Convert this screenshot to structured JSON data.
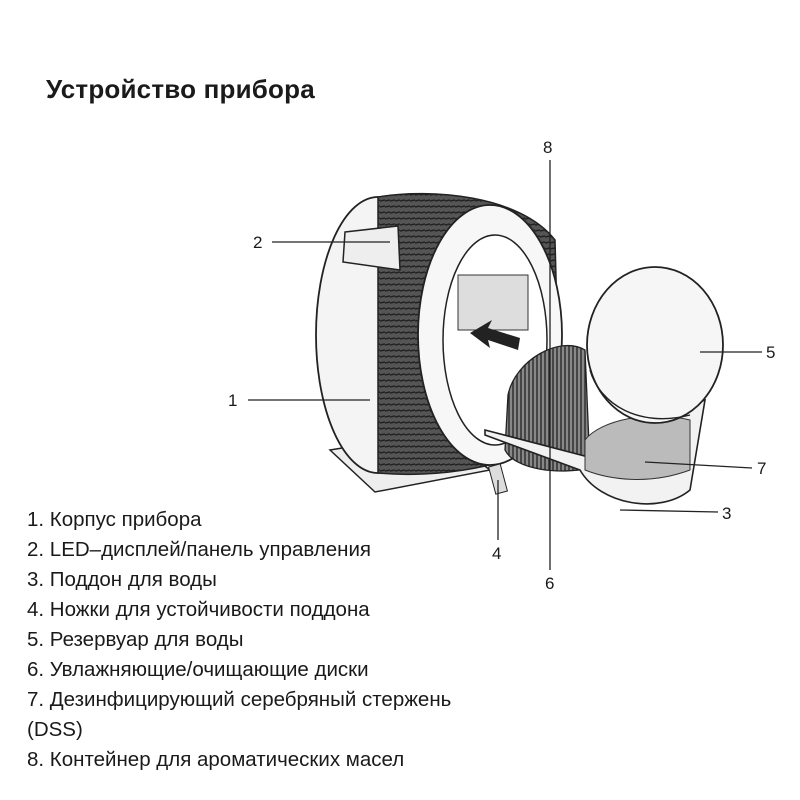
{
  "title": "Устройство прибора",
  "callouts": [
    "1",
    "2",
    "3",
    "4",
    "5",
    "6",
    "7",
    "8"
  ],
  "legend": [
    "1. Корпус прибора",
    "2. LED–дисплей/панель управления",
    "3. Поддон для воды",
    "4. Ножки для устойчивости поддона",
    "5. Резервуар для воды",
    "6. Увлажняющие/очищающие диски",
    "7. Дезинфицирующий серебряный стержень",
    "(DSS)",
    "8. Контейнер для ароматических масел"
  ]
}
